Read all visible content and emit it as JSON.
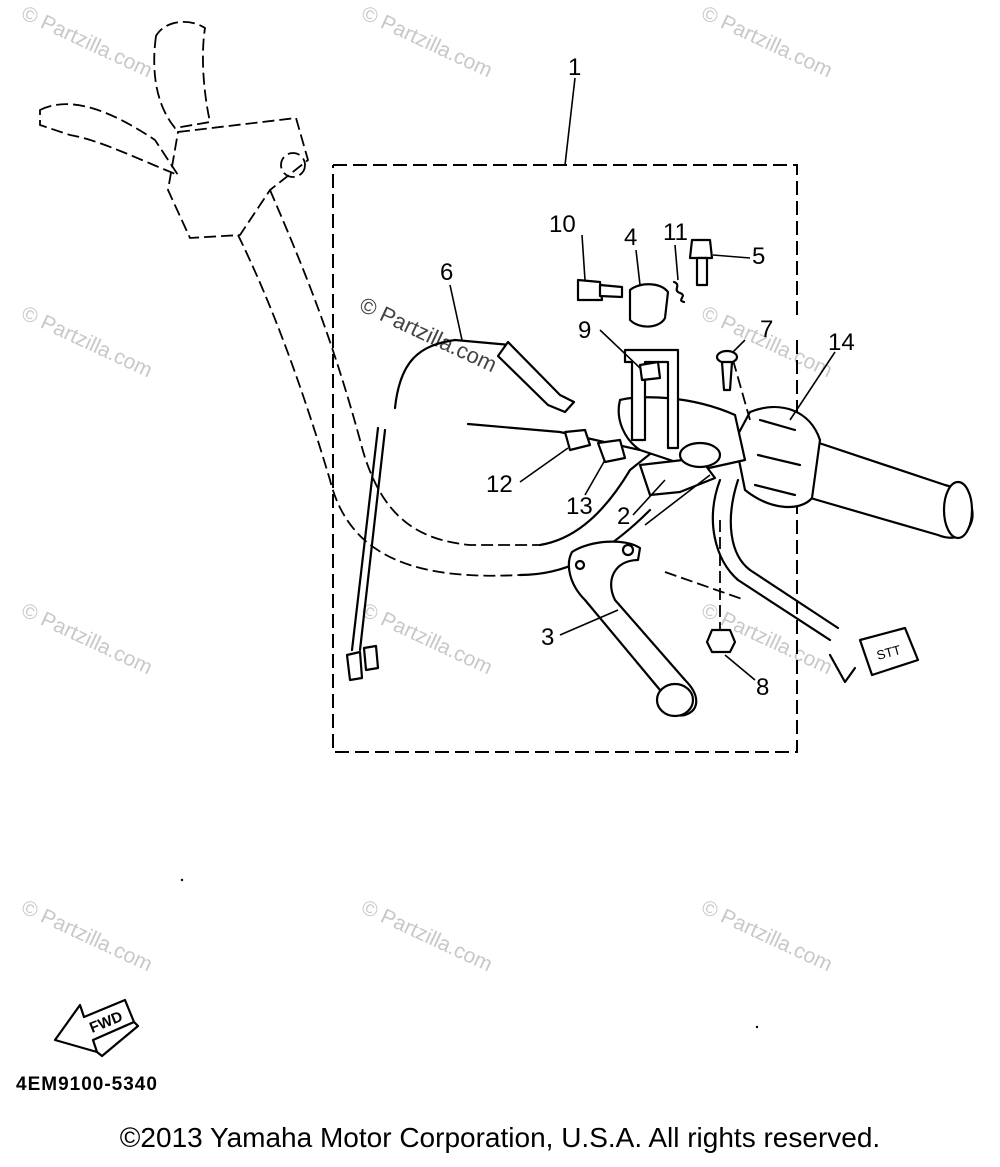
{
  "callouts": [
    {
      "id": "1",
      "label": "1"
    },
    {
      "id": "2",
      "label": "2"
    },
    {
      "id": "3",
      "label": "3"
    },
    {
      "id": "4",
      "label": "4"
    },
    {
      "id": "5",
      "label": "5"
    },
    {
      "id": "6",
      "label": "6"
    },
    {
      "id": "7",
      "label": "7"
    },
    {
      "id": "8",
      "label": "8"
    },
    {
      "id": "9",
      "label": "9"
    },
    {
      "id": "10",
      "label": "10"
    },
    {
      "id": "11",
      "label": "11"
    },
    {
      "id": "12",
      "label": "12"
    },
    {
      "id": "13",
      "label": "13"
    },
    {
      "id": "14",
      "label": "14"
    }
  ],
  "watermark": "© Partzilla.com",
  "watermark_center": "© Partzilla.com",
  "fwd_label": "FWD",
  "connector_label": "STT",
  "diagram_code": "4EM9100-5340",
  "copyright": "©2013 Yamaha Motor Corporation, U.S.A. All rights reserved."
}
